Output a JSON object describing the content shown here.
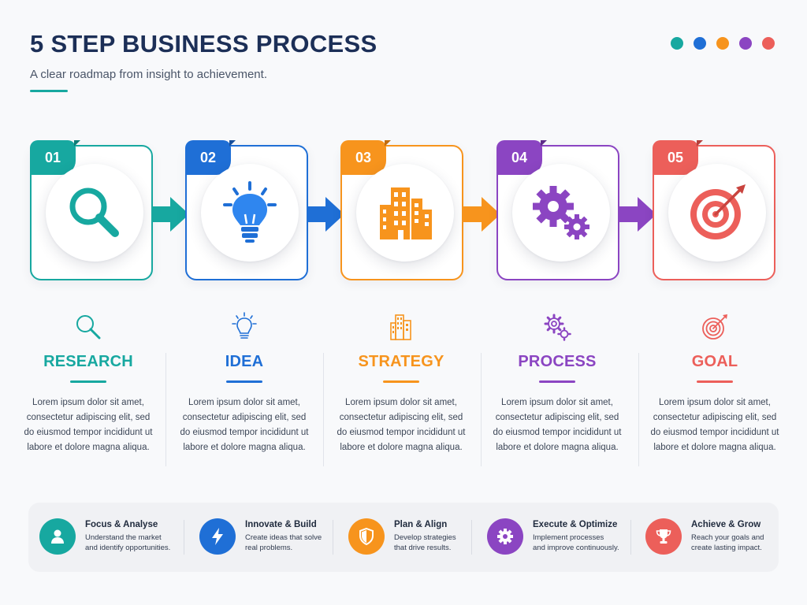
{
  "header": {
    "title": "5 STEP BUSINESS PROCESS",
    "subtitle": "A clear roadmap from insight to achievement."
  },
  "palette_dots": [
    "#17a8a0",
    "#1f6fd6",
    "#f7941d",
    "#8b45c2",
    "#ec5f5a"
  ],
  "steps": [
    {
      "number": "01",
      "title": "RESEARCH",
      "color": "#17a8a0",
      "icon": "magnifier-icon",
      "desc": "Lorem ipsum dolor sit amet, consectetur adipiscing elit, sed do eiusmod tempor incididunt ut labore et dolore magna aliqua."
    },
    {
      "number": "02",
      "title": "IDEA",
      "color": "#1f6fd6",
      "icon": "lightbulb-icon",
      "desc": "Lorem ipsum dolor sit amet, consectetur adipiscing elit, sed do eiusmod tempor incididunt ut labore et dolore magna aliqua."
    },
    {
      "number": "03",
      "title": "STRATEGY",
      "color": "#f7941d",
      "icon": "building-icon",
      "desc": "Lorem ipsum dolor sit amet, consectetur adipiscing elit, sed do eiusmod tempor incididunt ut labore et dolore magna aliqua."
    },
    {
      "number": "04",
      "title": "PROCESS",
      "color": "#8b45c2",
      "icon": "gears-icon",
      "desc": "Lorem ipsum dolor sit amet, consectetur adipiscing elit, sed do eiusmod tempor incididunt ut labore et dolore magna aliqua."
    },
    {
      "number": "05",
      "title": "GOAL",
      "color": "#ec5f5a",
      "icon": "target-icon",
      "desc": "Lorem ipsum dolor sit amet, consectetur adipiscing elit, sed do eiusmod tempor incididunt ut labore et dolore magna aliqua."
    }
  ],
  "summary": [
    {
      "title": "Focus & Analyse",
      "icon": "user-icon",
      "color": "#17a8a0",
      "line1": "Understand the market",
      "line2": "and identify opportunities."
    },
    {
      "title": "Innovate & Build",
      "icon": "lightning-icon",
      "color": "#1f6fd6",
      "line1": "Create ideas that solve",
      "line2": "real problems."
    },
    {
      "title": "Plan & Align",
      "icon": "shield-icon",
      "color": "#f7941d",
      "line1": "Develop strategies",
      "line2": "that drive results."
    },
    {
      "title": "Execute & Optimize",
      "icon": "gear-icon",
      "color": "#8b45c2",
      "line1": "Implement processes",
      "line2": "and improve continuously."
    },
    {
      "title": "Achieve & Grow",
      "icon": "trophy-icon",
      "color": "#ec5f5a",
      "line1": "Reach your goals and",
      "line2": "create lasting impact."
    }
  ]
}
